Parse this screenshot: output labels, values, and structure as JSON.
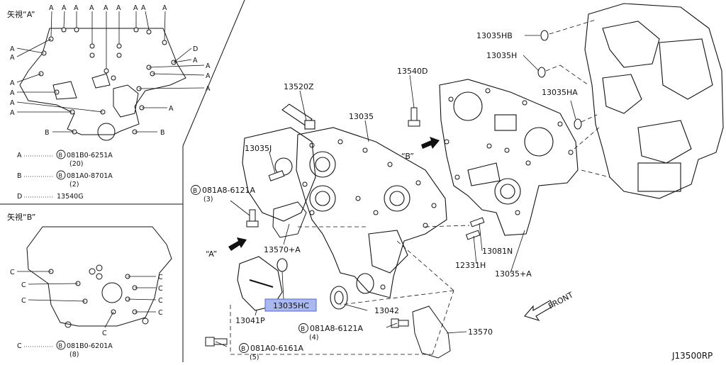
{
  "view_a": {
    "title": "矢視“A”",
    "mark_a": "A",
    "mark_b": "B",
    "mark_d": "D",
    "legend": [
      {
        "key": "A",
        "part": "081B0-6251A",
        "qty": "(20)"
      },
      {
        "key": "B",
        "part": "081A0-8701A",
        "qty": "(2)"
      },
      {
        "key": "D",
        "part": "13540G",
        "qty": ""
      }
    ]
  },
  "view_b": {
    "title": "矢視“B”",
    "mark_c": "C",
    "legend": [
      {
        "key": "C",
        "part": "081B0-6201A",
        "qty": "(8)"
      }
    ]
  },
  "arrows": {
    "a": "“A”",
    "b": "“B”",
    "front": "FRONT"
  },
  "bolt_symbol": "B",
  "callouts": {
    "p13520z": "13520Z",
    "p13035": "13035",
    "p13540d": "13540D",
    "p13035j": "13035J",
    "p081a8_top": "081A8-6121A",
    "p081a8_top_qty": "(3)",
    "p13570a": "13570+A",
    "p13035hc": "13035HC",
    "p13041p": "13041P",
    "p13042": "13042",
    "p081a8_bot": "081A8-6121A",
    "p081a8_bot_qty": "(4)",
    "p13570": "13570",
    "p081a0": "081A0-6161A",
    "p081a0_qty": "(5)",
    "p13081n": "13081N",
    "p12331h": "12331H",
    "p13035a": "13035+A",
    "p13035hb": "13035HB",
    "p13035h": "13035H",
    "p13035ha": "13035HA"
  },
  "diagram_code": "J13500RP",
  "colors": {
    "highlight": "#aab8f0",
    "line": "#111111"
  }
}
